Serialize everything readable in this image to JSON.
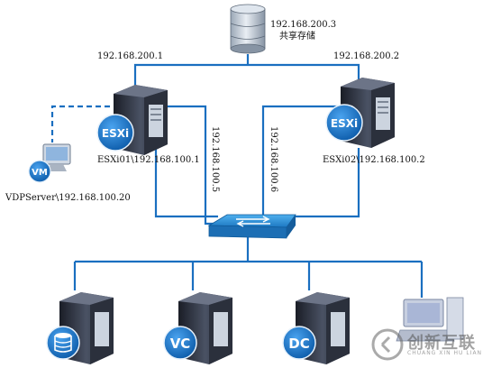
{
  "storage": {
    "ip": "192.168.200.3",
    "name": "共享存储"
  },
  "links": {
    "left_storage_ip": "192.168.200.1",
    "right_storage_ip": "192.168.200.2",
    "left_vmotion_ip": "192.168.100.5",
    "right_vmotion_ip": "192.168.100.6"
  },
  "hosts": [
    {
      "badge": "ESXi",
      "label": "ESXi01\\192.168.100.1"
    },
    {
      "badge": "ESXi",
      "label": "ESXi02\\192.168.100.2"
    }
  ],
  "vdp": {
    "badge": "VM",
    "label": "VDPServer\\192.168.100.20"
  },
  "bottom_servers": [
    {
      "badge": "database-icon"
    },
    {
      "badge": "VC"
    },
    {
      "badge": "DC"
    },
    {
      "badge": "workstation"
    }
  ],
  "watermark": {
    "title": "创新互联",
    "subtitle": "CHUANG XIN HU LIAN"
  },
  "colors": {
    "link": "#1a6fc0",
    "server_body": "#2a2f3c",
    "badge": "#1672c8",
    "switch": "#2a8fd6"
  }
}
